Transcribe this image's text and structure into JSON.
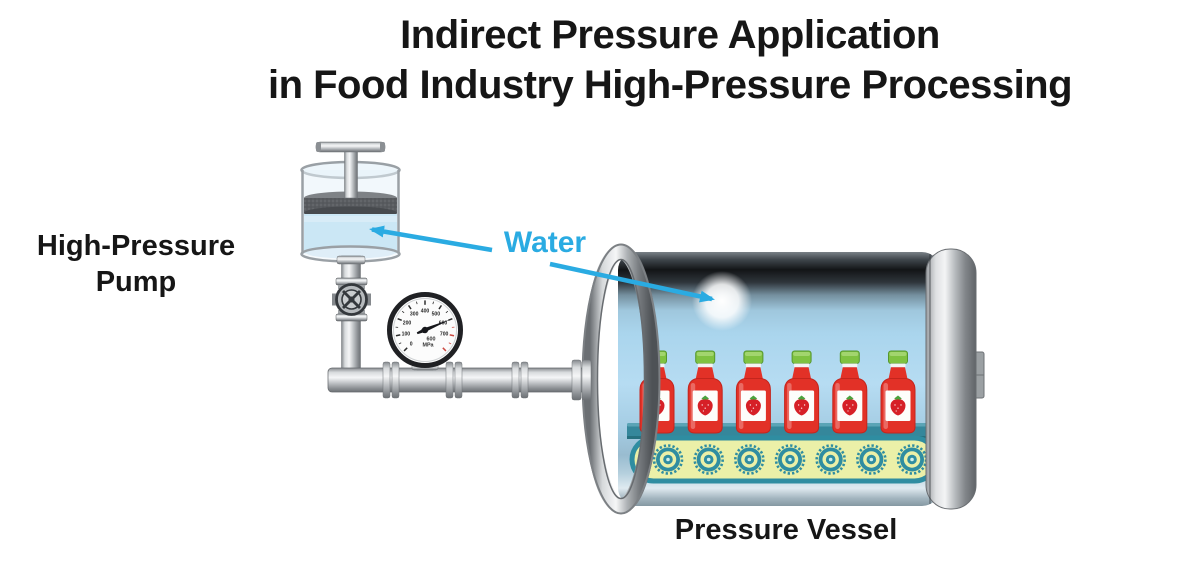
{
  "title": {
    "line1": "Indirect Pressure Application",
    "line2": "in Food Industry High-Pressure Processing"
  },
  "labels": {
    "pump_line1": "High-Pressure",
    "pump_line2": "Pump",
    "water": "Water",
    "vessel": "Pressure Vessel"
  },
  "gauge": {
    "dial_labels": [
      "0",
      "100",
      "200",
      "300",
      "400",
      "500",
      "600",
      "700"
    ],
    "max_value": 800,
    "needle_value": 600,
    "reading": "600",
    "unit": "MPa"
  },
  "vessel": {
    "bottle_count": 6,
    "roller_count": 7
  },
  "icons": {
    "pump": "piston-pump-icon",
    "valve": "handwheel-valve-icon",
    "gauge": "pressure-gauge-icon",
    "bottle": "strawberry-bottle-icon",
    "conveyor": "conveyor-belt-icon",
    "arrows": "water-flow-arrow-icon"
  },
  "colors": {
    "accent_cyan": "#2aabe2",
    "bottle_red": "#e23127",
    "cap_green": "#7fc241",
    "belt_yellow": "#ebf0a8",
    "belt_teal": "#2f8da1",
    "vessel_water": "#abd6ee",
    "pump_water": "#cbe7f5",
    "ink": "#161616"
  }
}
